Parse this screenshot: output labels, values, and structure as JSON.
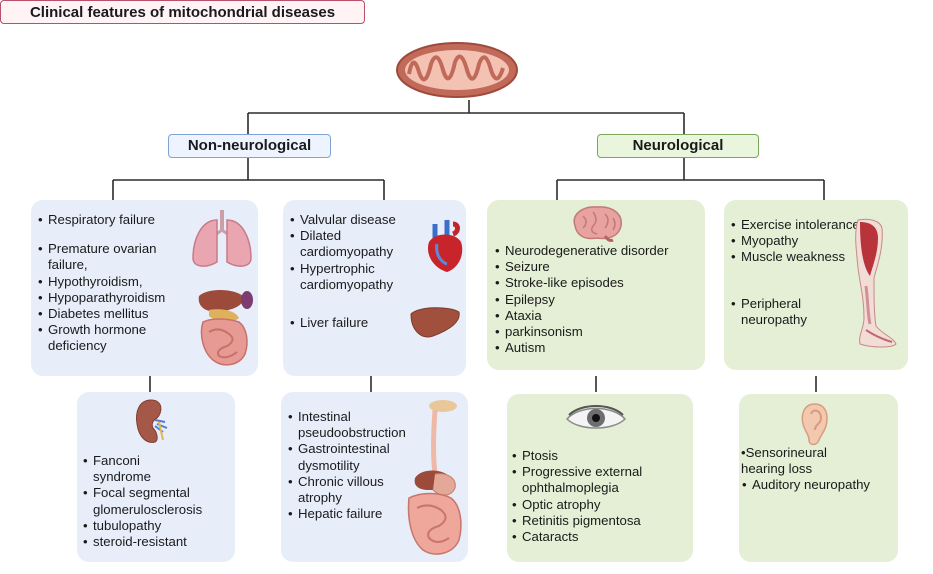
{
  "title": "Clinical features of mitochondrial diseases",
  "branches": {
    "non_neurological": "Non-neurological",
    "neurological": "Neurological"
  },
  "boxes": {
    "box_1": [
      "Respiratory failure",
      "Premature ovarian failure,",
      "Hypothyroidism,",
      "Hypoparathyroidism",
      "Diabetes mellitus",
      "Growth hormone deficiency"
    ],
    "box_2": [
      "Valvular disease",
      "Dilated cardiomyopathy",
      "Hypertrophic cardiomyopathy",
      "Liver failure"
    ],
    "box_3": [
      "Neurodegenerative disorder",
      "Seizure",
      "Stroke-like episodes",
      "Epilepsy",
      "Ataxia",
      "parkinsonism",
      "Autism"
    ],
    "box_4": [
      "Exercise intolerance",
      "Myopathy",
      "Muscle weakness",
      "Peripheral neuropathy"
    ],
    "box_5": [
      "Fanconi syndrome",
      "Focal segmental glomerulosclerosis",
      "tubulopathy",
      "steroid-resistant"
    ],
    "box_6": [
      "Intestinal pseudoobstruction",
      "Gastrointestinal dysmotility",
      "Chronic villous atrophy",
      "Hepatic failure"
    ],
    "box_7": [
      "Ptosis",
      "Progressive external ophthalmoplegia",
      "Optic atrophy",
      "Retinitis pigmentosa",
      "Cataracts"
    ],
    "box_8": [
      "•Sensorineural hearing loss",
      "Auditory neuropathy"
    ]
  },
  "icons": [
    "mitochondrion-icon",
    "lungs-icon",
    "endocrine-organs-icon",
    "heart-icon",
    "liver-icon",
    "brain-icon",
    "leg-muscle-icon",
    "kidney-icon",
    "digestive-tract-icon",
    "eye-icon",
    "ear-icon"
  ],
  "colors": {
    "title_border": "#b8506a",
    "non_neuro_border": "#7fa3d6",
    "non_neuro_fill": "#e7eefa",
    "neuro_border": "#79a85a",
    "neuro_fill": "#e4efd5"
  }
}
